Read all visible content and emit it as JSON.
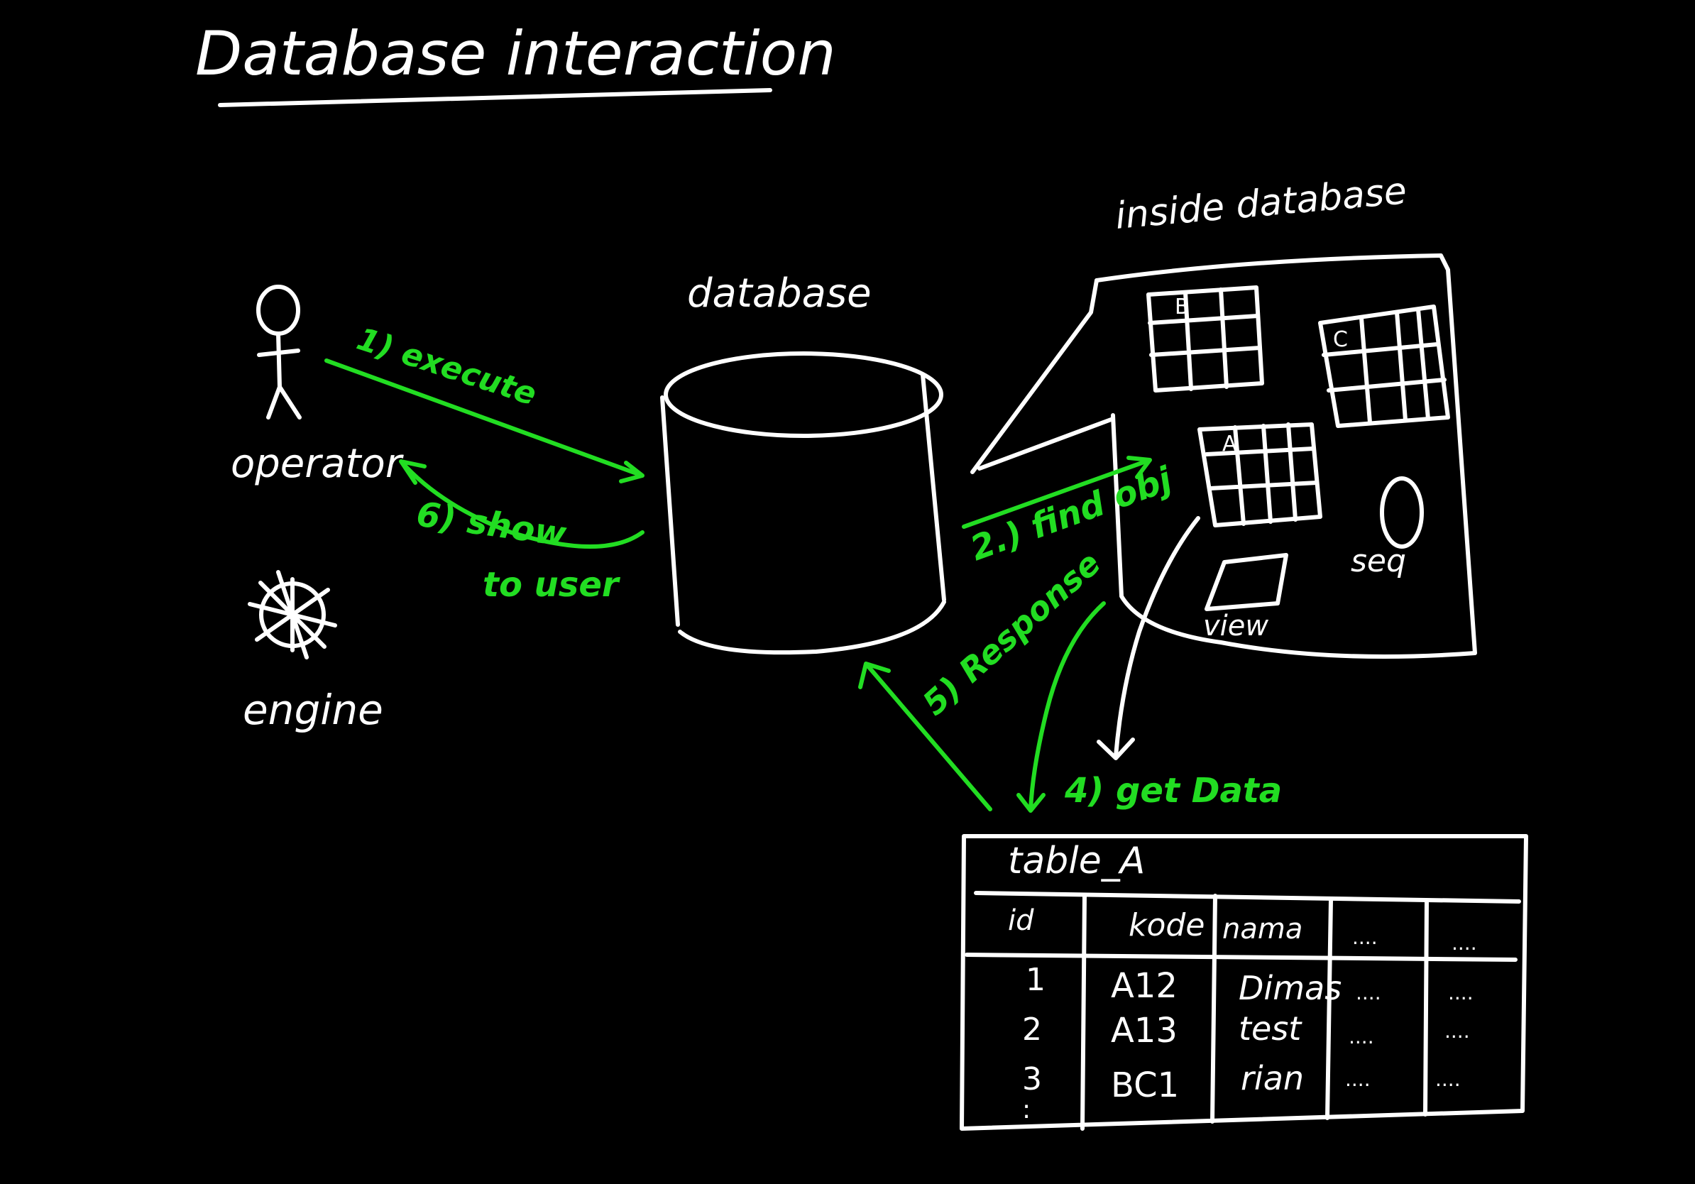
{
  "title": "Database interaction",
  "colors": {
    "background": "#000000",
    "ink": "#ffffff",
    "highlight": "#22dd22"
  },
  "actors": {
    "operator": {
      "label": "operator",
      "icon": "stick-figure-icon"
    },
    "engine": {
      "label": "engine",
      "icon": "wheel-icon"
    }
  },
  "database": {
    "label": "database",
    "icon": "cylinder-icon"
  },
  "inside": {
    "label": "inside database",
    "objects": [
      {
        "label": "B",
        "kind": "table"
      },
      {
        "label": "C",
        "kind": "table"
      },
      {
        "label": "A",
        "kind": "table"
      },
      {
        "label": "seq",
        "kind": "sequence"
      },
      {
        "label": "view",
        "kind": "view"
      }
    ]
  },
  "steps": [
    {
      "label": "1) execute"
    },
    {
      "label": "2.) find obj"
    },
    {
      "label": "4) get Data"
    },
    {
      "label": "5) Response"
    },
    {
      "label": "6) show",
      "label2": "to user"
    }
  ],
  "table_a": {
    "name": "table_A",
    "columns": [
      "id",
      "kode",
      "nama",
      "....",
      "...."
    ],
    "rows": [
      [
        "1",
        "A12",
        "Dimas",
        "....",
        "...."
      ],
      [
        "2",
        "A13",
        "test",
        "....",
        "...."
      ],
      [
        "3",
        "BC1",
        "rian",
        "....",
        "...."
      ]
    ],
    "more": ":"
  }
}
